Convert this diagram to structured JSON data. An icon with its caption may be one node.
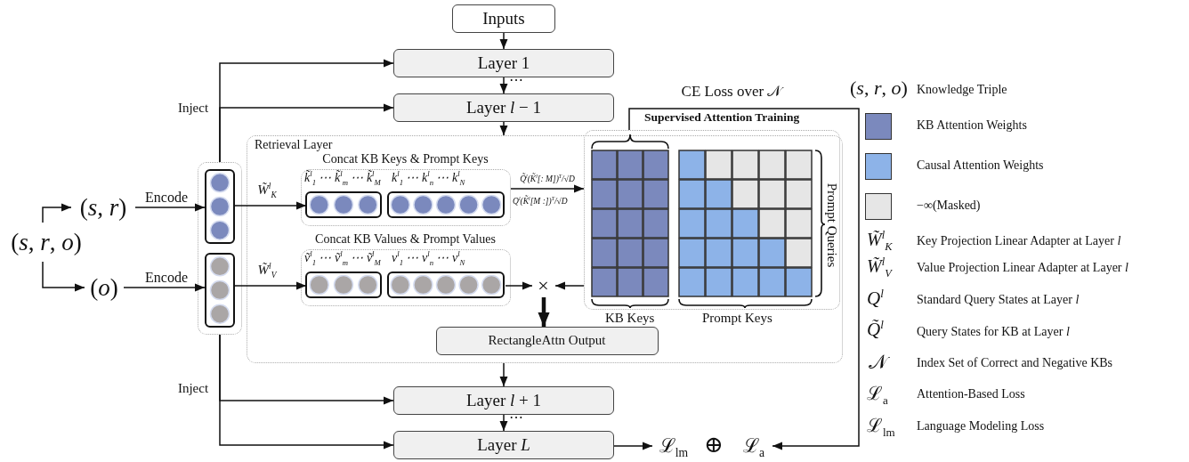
{
  "diagram": {
    "nodes": [
      {
        "text": [
          "Inputs"
        ]
      },
      {
        "text": [
          "Layer 1"
        ]
      },
      {
        "text": [
          "Layer *l* − 1"
        ]
      },
      {
        "text": [
          "(*s*, *r*, *o*)"
        ]
      },
      {
        "text": [
          "(*s*, *r*)"
        ]
      },
      {
        "text": [
          "(*o*)"
        ]
      },
      {
        "text": [],
        "shape": "box"
      },
      {
        "text": [],
        "shape": "box",
        "in": 6
      },
      {
        "text": [],
        "shape": "box",
        "in": 6
      },
      {
        "text": [
          "Retrieval Layer"
        ]
      },
      {
        "text": [
          "Concat KB Keys & Prompt Keys"
        ],
        "in": 9
      },
      {
        "text": [],
        "shape": "box",
        "in": 10
      },
      {
        "text": [],
        "shape": "box",
        "in": 10
      },
      {
        "text": [
          "Concat KB Values & Prompt Values"
        ],
        "in": 9
      },
      {
        "text": [],
        "shape": "box",
        "in": 13
      },
      {
        "text": [],
        "shape": "box",
        "in": 13
      },
      {
        "text": [
          "×"
        ],
        "in": 9
      },
      {
        "text": [
          "Prompt Queries"
        ],
        "in": 9,
        "beside": [
          "KB Keys",
          "Prompt Keys"
        ]
      },
      {
        "text": [
          "RectangleAttn Output"
        ],
        "in": 9
      },
      {
        "text": [
          "Layer *l* + 1"
        ]
      },
      {
        "text": [
          "Layer *L*"
        ]
      },
      {
        "text": [
          "ℒ$_{lm}$"
        ]
      },
      {
        "text": [
          "ℒ$_{a}$"
        ]
      }
    ],
    "edges": [
      {
        "from": 0,
        "to": 1,
        "arrow": "to"
      },
      {
        "from": 1,
        "to": 2,
        "arrow": "to"
      },
      {
        "from": 2,
        "to": 9,
        "arrow": "to"
      },
      {
        "from": 9,
        "to": 19,
        "arrow": "to"
      },
      {
        "from": 19,
        "to": 20,
        "arrow": "to"
      },
      {
        "from": 20,
        "to": 21,
        "arrow": "to"
      },
      {
        "from": 3,
        "to": 4,
        "arrow": "to"
      },
      {
        "from": 3,
        "to": 5,
        "arrow": "to"
      },
      {
        "from": 4,
        "to": 7,
        "arrow": "to",
        "label": "Encode"
      },
      {
        "from": 5,
        "to": 8,
        "arrow": "to",
        "label": "Encode"
      },
      {
        "from": 7,
        "to": 11,
        "arrow": "to",
        "label": "W̃$^{l}$$_{K}$"
      },
      {
        "from": 8,
        "to": 14,
        "arrow": "to",
        "label": "W̃$^{l}$$_{V}$"
      },
      {
        "from": 10,
        "to": 17,
        "arrow": "to",
        "label": "Q̃$^{l}$(K̃$^{l}$[: M])$^{T}$/√D"
      },
      {
        "from": 15,
        "to": 16,
        "arrow": "to"
      },
      {
        "from": 17,
        "to": 16,
        "arrow": "to"
      },
      {
        "from": 16,
        "to": 18,
        "arrow": "to",
        "style": "thick"
      },
      {
        "from": 6,
        "to": 1,
        "arrow": "to"
      },
      {
        "from": 6,
        "to": 2,
        "arrow": "to",
        "label": "Inject"
      },
      {
        "from": 6,
        "to": 19,
        "arrow": "to",
        "label": "Inject"
      },
      {
        "from": 6,
        "to": 20,
        "arrow": "to"
      },
      {
        "from": 17,
        "to": 22,
        "arrow": "to",
        "label": "CE Loss over 𝒩"
      }
    ],
    "labels": [
      "⋯",
      "k̃$^{l}$$_{1}$ ⋯ k̃$^{l}$$_{m}$ ⋯ k̃$^{l}$$_{M}$",
      "k$^{l}$$_{1}$ ⋯ k$^{l}$$_{n}$ ⋯ k$^{l}$$_{N}$",
      "Q$^{l}$(K̃$^{l}$[M :])$^{T}$/√D",
      "ṽ$^{l}$$_{1}$ ⋯ ṽ$^{l}$$_{m}$ ⋯ ṽ$^{l}$$_{M}$",
      "v$^{l}$$_{1}$ ⋯ v$^{l}$$_{n}$ ⋯ v$^{l}$$_{N}$",
      "Supervised Attention Training",
      "⋯",
      "⊕",
      "(*s*, *r*, *o*)",
      "Knowledge Triple",
      "W̃$^{l}$$_{K}$",
      "Key Projection Linear Adapter at Layer *l*",
      "W̃$^{l}$$_{V}$",
      "Value Projection Linear Adapter at Layer *l*",
      "Q$^{l}$",
      "Standard Query States at Layer *l*",
      "Q̃$^{l}$",
      "Query States for KB at Layer *l*",
      "𝒩",
      "Index Set of Correct and Negative KBs",
      "ℒ$_{a}$",
      "Attention-Based Loss",
      "ℒ$_{lm}$",
      "Language Modeling Loss"
    ],
    "legend": [
      {
        "text": "KB Attention Weights",
        "color": "#7b89bd"
      },
      {
        "text": "Causal Attention Weights",
        "color": "#8db3e8"
      },
      {
        "text": "−∞(Masked)",
        "color": "#e6e6e6"
      }
    ]
  }
}
